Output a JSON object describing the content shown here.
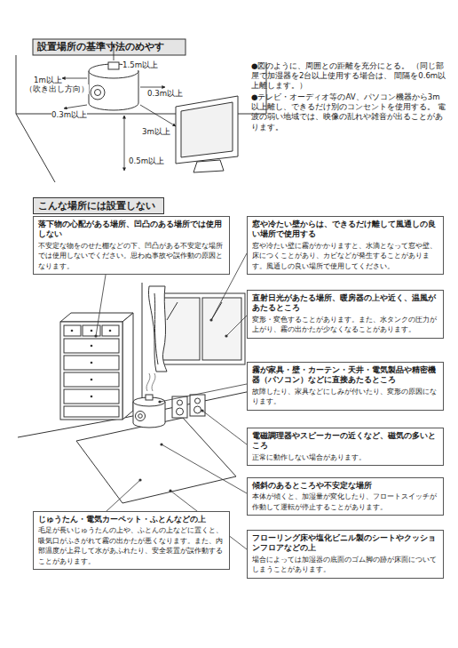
{
  "diagram": {
    "title": "設置場所の基準寸法のめやす",
    "nodes": [
      {
        "text": [
          "こんな場所には設置しない"
        ]
      },
      {
        "text": [
          "落下物の心配がある場所、凹凸のある場所では使用しない",
          "不安定な物をのせた棚などの下、凹凸がある不安定な場所では使用しないでください。思わぬ事故や誤作動の原因となります。"
        ]
      },
      {
        "text": [
          "窓や冷たい壁からは、できるだけ離して風通しの良い場所で使用する",
          "窓や冷たい壁に霧がかかりますと、水滴となって窓や壁、床につくことがあり、カビなどが発生することがあります。風通しの良い場所で使用してください。"
        ]
      },
      {
        "text": [
          "直射日光があたる場所、暖房器の上や近く、温風があたるところ",
          "変形・変色することがあります。また、水タンクの圧力が上がり、霧の出かたが少なくなることがあります。"
        ]
      },
      {
        "text": [
          "霧が家具・壁・カーテン・天井・電気製品や精密機器（パソコン）などに直接あたるところ",
          "故障したり、家具などにしみが付いたり、変形の原因になります。"
        ]
      },
      {
        "text": [
          "電磁調理器やスピーカーの近くなど、磁気の多いところ",
          "正常に動作しない場合があります。"
        ]
      },
      {
        "text": [
          "傾斜のあるところや不安定な場所",
          "本体が傾くと、加湿量が変化したり、フロートスイッチが作動して運転が停止することがあります。"
        ]
      },
      {
        "text": [
          "じゅうたん・電気カーペット・ふとんなどの上",
          "毛足が長いじゅうたんの上や、ふとんの上などに置くと、吸気口がふさがれて霧の出かたが悪くなります。また、内部温度が上昇して水があふれたり、安全装置が誤作動することがあります。"
        ]
      },
      {
        "text": [
          "フローリング床や塩化ビニル製のシートやクッションフロアなどの上",
          "場合によっては加湿器の底面のゴム脚の跡が床面についてしまうことがあります。"
        ]
      }
    ],
    "labels": [
      "1.5m以上",
      "0.3m以上",
      "1m以上",
      "（吹き出し方向）",
      "0.3m以上",
      "3m以上",
      "0.5m以上",
      "●図のように、周囲との距離を充分にとる。 （同じ部屋で加湿器を2台以上使用する場合は、 間隔を0.6m以上離します。）",
      "●テレビ・オーディオ等のAV、パソコン機器から3m 以上離し、できるだけ別のコンセントを使用する。 電波の弱い地域では、映像の乱れや雑音が出ることがあります。"
    ]
  }
}
